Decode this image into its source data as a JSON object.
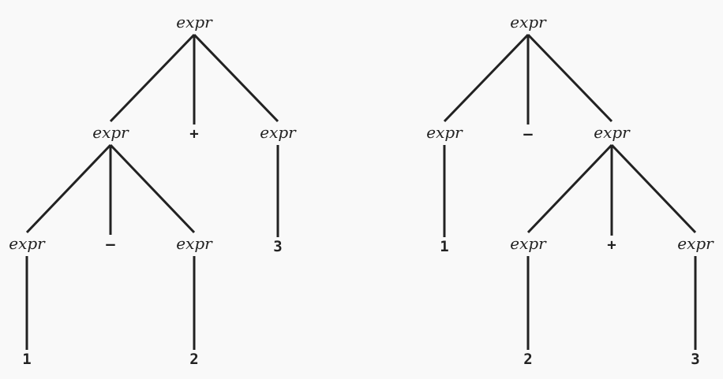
{
  "colors": {
    "background": "#f9f9f9",
    "ink": "#222222"
  },
  "trees": [
    {
      "name": "left-parse-tree",
      "nodes": [
        {
          "id": "L0",
          "label": "expr",
          "kind": "nonterminal"
        },
        {
          "id": "L1",
          "label": "expr",
          "kind": "nonterminal"
        },
        {
          "id": "L2",
          "label": "+",
          "kind": "terminal"
        },
        {
          "id": "L3",
          "label": "expr",
          "kind": "nonterminal"
        },
        {
          "id": "L4",
          "label": "expr",
          "kind": "nonterminal"
        },
        {
          "id": "L5",
          "label": "–",
          "kind": "terminal"
        },
        {
          "id": "L6",
          "label": "expr",
          "kind": "nonterminal"
        },
        {
          "id": "L7",
          "label": "3",
          "kind": "terminal"
        },
        {
          "id": "L8",
          "label": "1",
          "kind": "terminal"
        },
        {
          "id": "L9",
          "label": "2",
          "kind": "terminal"
        }
      ],
      "edges": [
        [
          "L0",
          "L1"
        ],
        [
          "L0",
          "L2"
        ],
        [
          "L0",
          "L3"
        ],
        [
          "L1",
          "L4"
        ],
        [
          "L1",
          "L5"
        ],
        [
          "L1",
          "L6"
        ],
        [
          "L3",
          "L7"
        ],
        [
          "L4",
          "L8"
        ],
        [
          "L6",
          "L9"
        ]
      ]
    },
    {
      "name": "right-parse-tree",
      "nodes": [
        {
          "id": "R0",
          "label": "expr",
          "kind": "nonterminal"
        },
        {
          "id": "R1",
          "label": "expr",
          "kind": "nonterminal"
        },
        {
          "id": "R2",
          "label": "–",
          "kind": "terminal"
        },
        {
          "id": "R3",
          "label": "expr",
          "kind": "nonterminal"
        },
        {
          "id": "R4",
          "label": "1",
          "kind": "terminal"
        },
        {
          "id": "R5",
          "label": "expr",
          "kind": "nonterminal"
        },
        {
          "id": "R6",
          "label": "+",
          "kind": "terminal"
        },
        {
          "id": "R7",
          "label": "expr",
          "kind": "nonterminal"
        },
        {
          "id": "R8",
          "label": "2",
          "kind": "terminal"
        },
        {
          "id": "R9",
          "label": "3",
          "kind": "terminal"
        }
      ],
      "edges": [
        [
          "R0",
          "R1"
        ],
        [
          "R0",
          "R2"
        ],
        [
          "R0",
          "R3"
        ],
        [
          "R1",
          "R4"
        ],
        [
          "R3",
          "R5"
        ],
        [
          "R3",
          "R6"
        ],
        [
          "R3",
          "R7"
        ],
        [
          "R5",
          "R8"
        ],
        [
          "R7",
          "R9"
        ]
      ]
    }
  ]
}
